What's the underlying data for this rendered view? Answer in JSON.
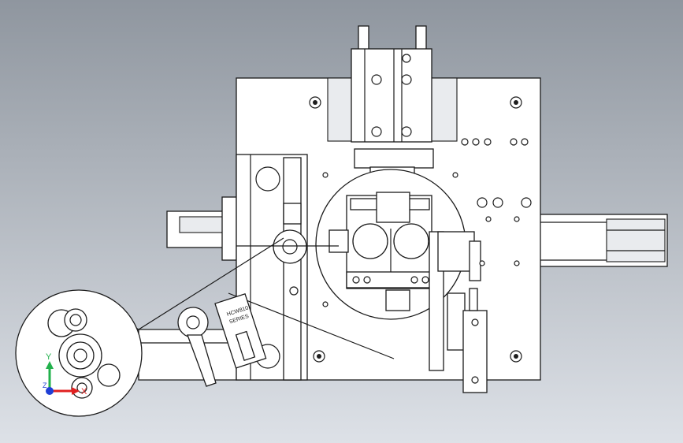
{
  "viewport": {
    "background_top": "#8f969f",
    "background_bottom": "#dde1e7",
    "line_color": "#1a1a1a",
    "part_fill": "#ffffff"
  },
  "label_plate": {
    "line1": "HCW810",
    "line2": "SERIES"
  },
  "triad": {
    "x_label": "X",
    "y_label": "Y",
    "z_label": "Z",
    "x_color": "#e02020",
    "y_color": "#22b14c",
    "z_color": "#1f3fd6"
  }
}
